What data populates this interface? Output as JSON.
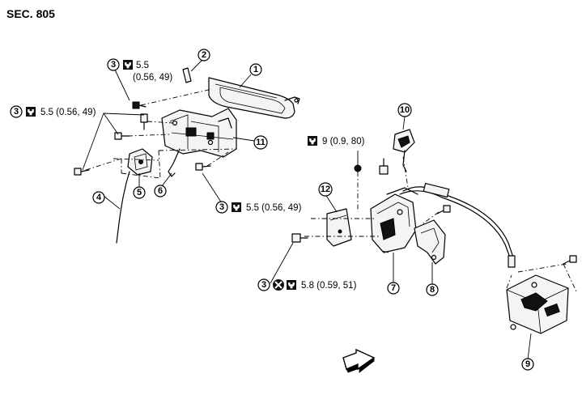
{
  "section_label": "SEC. 805",
  "callouts": {
    "c1": "1",
    "c2": "2",
    "c3a": "3",
    "c3b": "3",
    "c3c": "3",
    "c3d": "3",
    "c4": "4",
    "c5": "5",
    "c6": "6",
    "c7": "7",
    "c8": "8",
    "c9": "9",
    "c10": "10",
    "c11": "11",
    "c12": "12"
  },
  "torque_specs": {
    "top_value": "5.5",
    "top_unit": "(0.56, 49)",
    "left": "5.5 (0.56, 49)",
    "mid": "5.5 (0.56, 49)",
    "center": "9 (0.9, 80)",
    "bottom": "5.8 (0.59, 51)"
  },
  "icons": {
    "torque_icon": "torque-wrench-icon",
    "no_reuse_icon": "do-not-reuse-icon",
    "front_arrow": "front-direction-arrow-icon"
  }
}
